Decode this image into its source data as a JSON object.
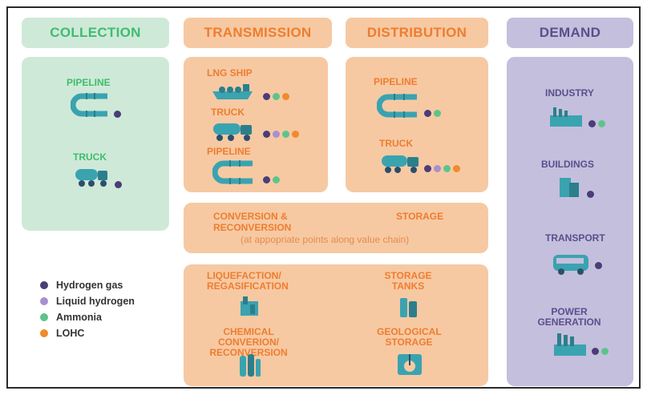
{
  "columns": {
    "collection": "COLLECTION",
    "transmission": "TRANSMISSION",
    "distribution": "DISTRIBUTION",
    "demand": "DEMAND"
  },
  "collection": {
    "pipeline": "PIPELINE",
    "truck": "TRUCK"
  },
  "transmission": {
    "lng_ship": "LNG SHIP",
    "truck": "TRUCK",
    "pipeline": "PIPELINE"
  },
  "distribution": {
    "pipeline": "PIPELINE",
    "truck": "TRUCK"
  },
  "conversion": {
    "title_line1": "CONVERSION &",
    "title_line2": "RECONVERSION",
    "storage": "STORAGE",
    "note": "(at appopriate points along value chain)"
  },
  "facilities": {
    "liquefaction_line1": "LIQUEFACTION/",
    "liquefaction_line2": "REGASIFICATION",
    "storage_tanks_line1": "STORAGE",
    "storage_tanks_line2": "TANKS",
    "chemical_line1": "CHEMICAL CONVERION/",
    "chemical_line2": "RECONVERSION",
    "geological_line1": "GEOLOGICAL",
    "geological_line2": "STORAGE"
  },
  "demand": {
    "industry": "INDUSTRY",
    "buildings": "BUILDINGS",
    "transport": "TRANSPORT",
    "power_line1": "POWER",
    "power_line2": "GENERATION"
  },
  "legend": [
    {
      "label": "Hydrogen gas",
      "color": "#4a3d78"
    },
    {
      "label": "Liquid hydrogen",
      "color": "#a98fd0"
    },
    {
      "label": "Ammonia",
      "color": "#5cc48a"
    },
    {
      "label": "LOHC",
      "color": "#f08a2c"
    }
  ],
  "colors": {
    "green": "#3dbd6e",
    "orange": "#ef7d2e",
    "purple": "#5a4f8c",
    "teal_icon": "#3aa3b0"
  }
}
